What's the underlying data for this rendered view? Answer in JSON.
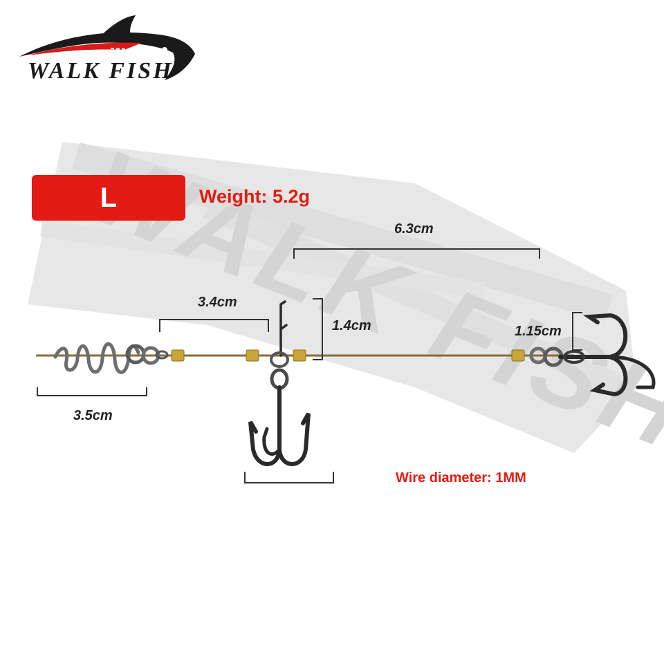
{
  "logo": {
    "brand": "WALK FISH",
    "watermark": "WALK FISH",
    "colors": {
      "mark": "#1a1a1a",
      "accent": "#d71a1a",
      "watermark": "#d4d4d4"
    }
  },
  "badge": {
    "label": "L",
    "color": "#e31b12"
  },
  "weight": {
    "text": "Weight: 5.2g",
    "color": "#e31b12"
  },
  "wire_note": {
    "text": "Wire diameter: 1MM",
    "color": "#e31b12"
  },
  "dimensions": {
    "corkscrew_length": "3.5cm",
    "front_segment": "3.4cm",
    "middle_hook_height": "1.4cm",
    "rear_segment": "6.3cm",
    "rear_hook_gap": "1.15cm"
  },
  "colors": {
    "wire": "#8a6b3a",
    "crimp": "#c9a53a",
    "hook": "#2a2a2a"
  }
}
